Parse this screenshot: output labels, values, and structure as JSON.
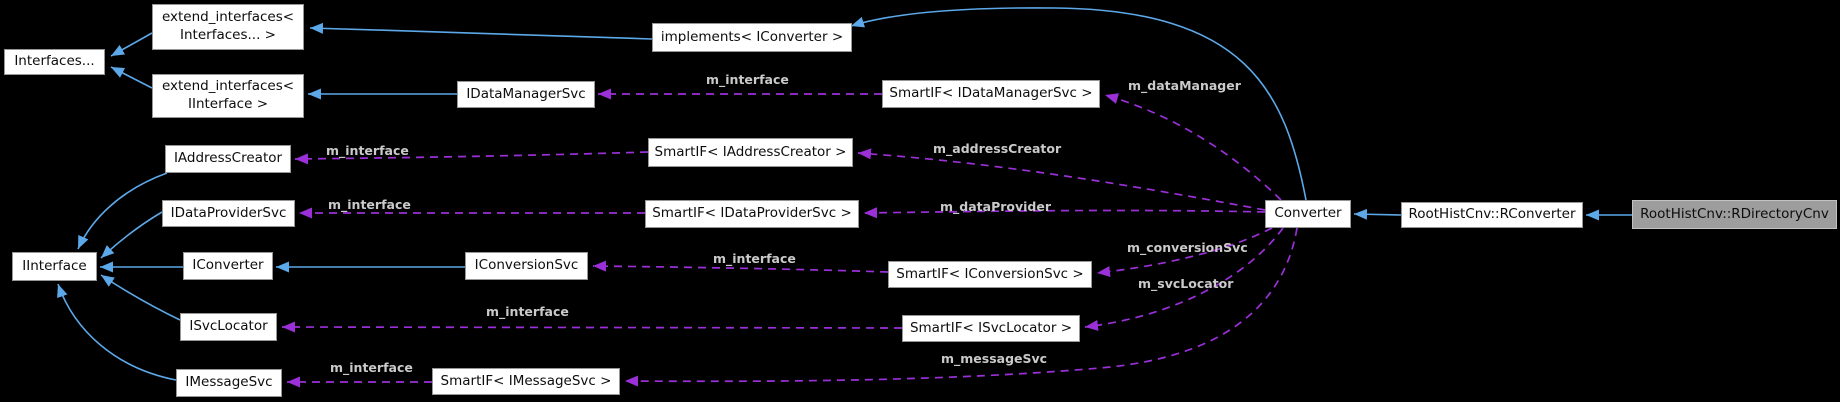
{
  "diagram_type": "doxygen-collaboration-graph",
  "colors": {
    "background": "#000000",
    "node_fill": "#ffffff",
    "node_border": "#969696",
    "current_node_fill": "#9d9d9d",
    "current_node_border": "#c2c2c2",
    "inheritance_edge": "#5ca8e8",
    "usage_edge": "#9b30d9",
    "edge_label_text": "#cacaca"
  },
  "nodes": {
    "interfaces": {
      "label": "Interfaces..."
    },
    "extend_interfaces_pack": {
      "label": "extend_interfaces<\nInterfaces... >"
    },
    "extend_interfaces_iinterface": {
      "label": "extend_interfaces<\nIInterface >"
    },
    "implements_iconverter": {
      "label": "implements< IConverter >"
    },
    "idatamanagersvc": {
      "label": "IDataManagerSvc"
    },
    "smartif_idatamanagersvc": {
      "label": "SmartIF< IDataManagerSvc >"
    },
    "iaddresscreator": {
      "label": "IAddressCreator"
    },
    "smartif_iaddresscreator": {
      "label": "SmartIF< IAddressCreator >"
    },
    "idataprovidersvc": {
      "label": "IDataProviderSvc"
    },
    "smartif_idataprovidersvc": {
      "label": "SmartIF< IDataProviderSvc >"
    },
    "iinterface": {
      "label": "IInterface"
    },
    "iconverter": {
      "label": "IConverter"
    },
    "iconversionsvc": {
      "label": "IConversionSvc"
    },
    "smartif_iconversionsvc": {
      "label": "SmartIF< IConversionSvc >"
    },
    "isvclocator": {
      "label": "ISvcLocator"
    },
    "smartif_isvclocator": {
      "label": "SmartIF< ISvcLocator >"
    },
    "imessagesvc": {
      "label": "IMessageSvc"
    },
    "smartif_imessagesvc": {
      "label": "SmartIF< IMessageSvc >"
    },
    "converter": {
      "label": "Converter"
    },
    "roothistcnv_rconverter": {
      "label": "RootHistCnv::RConverter"
    },
    "roothistcnv_rdirectorycnv": {
      "label": "RootHistCnv::RDirectoryCnv"
    }
  },
  "edges": [
    {
      "from": "extend_interfaces_pack",
      "to": "interfaces",
      "type": "inheritance"
    },
    {
      "from": "extend_interfaces_iinterface",
      "to": "interfaces",
      "type": "inheritance"
    },
    {
      "from": "implements_iconverter",
      "to": "extend_interfaces_pack",
      "type": "inheritance"
    },
    {
      "from": "idatamanagersvc",
      "to": "extend_interfaces_iinterface",
      "type": "inheritance"
    },
    {
      "from": "converter",
      "to": "implements_iconverter",
      "type": "inheritance"
    },
    {
      "from": "iaddresscreator",
      "to": "iinterface",
      "type": "inheritance"
    },
    {
      "from": "idataprovidersvc",
      "to": "iinterface",
      "type": "inheritance"
    },
    {
      "from": "iconverter",
      "to": "iinterface",
      "type": "inheritance"
    },
    {
      "from": "isvclocator",
      "to": "iinterface",
      "type": "inheritance"
    },
    {
      "from": "imessagesvc",
      "to": "iinterface",
      "type": "inheritance"
    },
    {
      "from": "iconversionsvc",
      "to": "iconverter",
      "type": "inheritance"
    },
    {
      "from": "roothistcnv_rconverter",
      "to": "converter",
      "type": "inheritance"
    },
    {
      "from": "roothistcnv_rdirectorycnv",
      "to": "roothistcnv_rconverter",
      "type": "inheritance"
    },
    {
      "from": "smartif_idatamanagersvc",
      "to": "idatamanagersvc",
      "type": "usage",
      "label": "m_interface"
    },
    {
      "from": "converter",
      "to": "smartif_idatamanagersvc",
      "type": "usage",
      "label": "m_dataManager"
    },
    {
      "from": "smartif_iaddresscreator",
      "to": "iaddresscreator",
      "type": "usage",
      "label": "m_interface"
    },
    {
      "from": "converter",
      "to": "smartif_iaddresscreator",
      "type": "usage",
      "label": "m_addressCreator"
    },
    {
      "from": "smartif_idataprovidersvc",
      "to": "idataprovidersvc",
      "type": "usage",
      "label": "m_interface"
    },
    {
      "from": "converter",
      "to": "smartif_idataprovidersvc",
      "type": "usage",
      "label": "m_dataProvider"
    },
    {
      "from": "smartif_iconversionsvc",
      "to": "iconversionsvc",
      "type": "usage",
      "label": "m_interface"
    },
    {
      "from": "converter",
      "to": "smartif_iconversionsvc",
      "type": "usage",
      "label": "m_conversionSvc"
    },
    {
      "from": "smartif_isvclocator",
      "to": "isvclocator",
      "type": "usage",
      "label": "m_interface"
    },
    {
      "from": "converter",
      "to": "smartif_isvclocator",
      "type": "usage",
      "label": "m_svcLocator"
    },
    {
      "from": "smartif_imessagesvc",
      "to": "imessagesvc",
      "type": "usage",
      "label": "m_interface"
    },
    {
      "from": "converter",
      "to": "smartif_imessagesvc",
      "type": "usage",
      "label": "m_messageSvc"
    }
  ]
}
